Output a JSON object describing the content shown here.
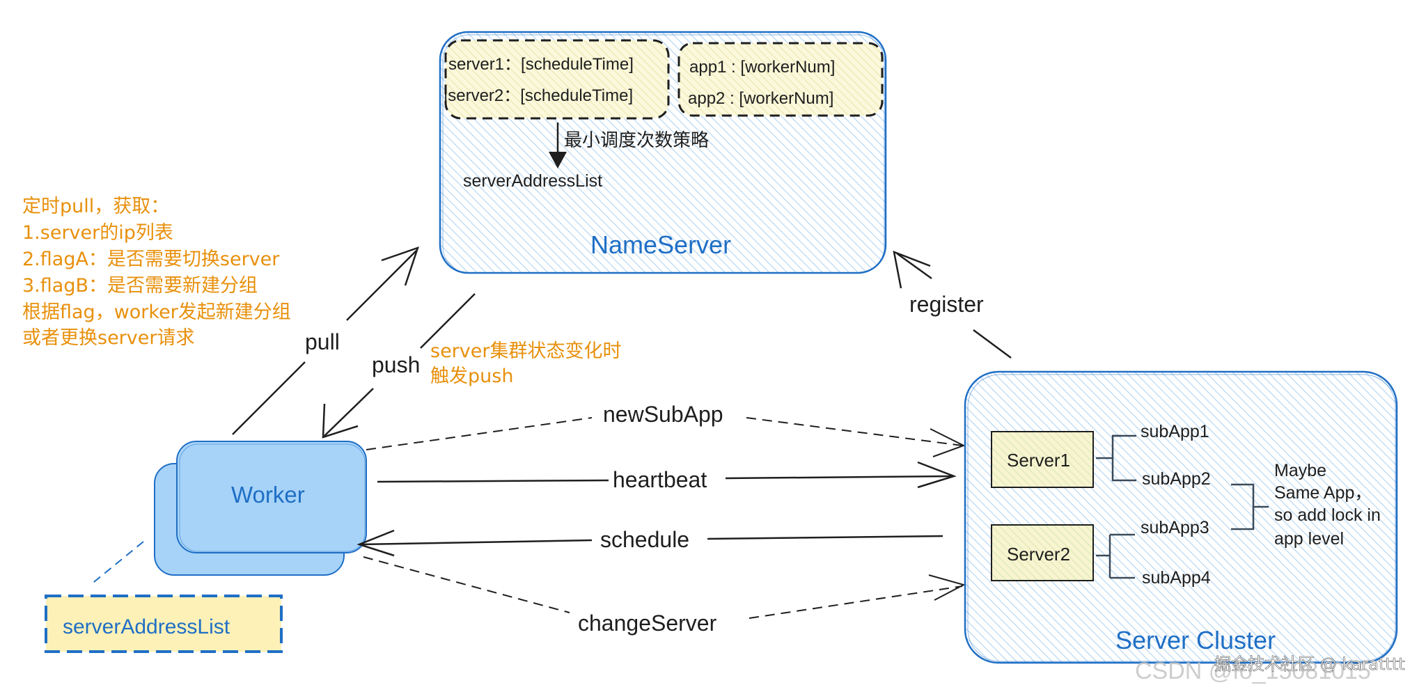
{
  "nameserver": {
    "title": "NameServer",
    "server_rows": [
      "server1：[scheduleTime]",
      "|server2：[scheduleTime]"
    ],
    "app_rows": [
      "app1 : [workerNum]",
      "app2 : [workerNum]"
    ],
    "strategy_label": "最小调度次数策略",
    "address_list": "serverAddressList"
  },
  "worker": {
    "title": "Worker",
    "address_list": "serverAddressList"
  },
  "cluster": {
    "title": "Server Cluster",
    "servers": [
      "Server1",
      "Server2"
    ],
    "subapps": [
      "subApp1",
      "subApp2",
      "subApp3",
      "subApp4"
    ],
    "note": [
      "Maybe",
      "Same App，",
      "so add lock in",
      "app level"
    ]
  },
  "arrows": {
    "pull": "pull",
    "push": "push",
    "register": "register",
    "new_sub_app": "newSubApp",
    "heartbeat": "heartbeat",
    "schedule": "schedule",
    "change_server": "changeServer"
  },
  "annotations": {
    "pull_note": [
      "定时pull，获取：",
      "1.server的ip列表",
      "2.flagA：是否需要切换server",
      "3.flagB：是否需要新建分组",
      "根据flag，worker发起新建分组",
      "或者更换server请求"
    ],
    "push_note": [
      "server集群状态变化时",
      "触发push"
    ]
  },
  "watermark": "CSDN @fo_15081015",
  "watermark_top": "掘金技术社区 @ karatttt",
  "colors": {
    "blue_text": "#1f6fc5",
    "orange_text": "#e8900c",
    "box_stroke": "#1f6fc5",
    "hatch": "#9cc7ee",
    "worker_fill": "#a7d3f8",
    "yellow_fill": "#fdf1b8",
    "server_fill": "#f6f3cc"
  }
}
